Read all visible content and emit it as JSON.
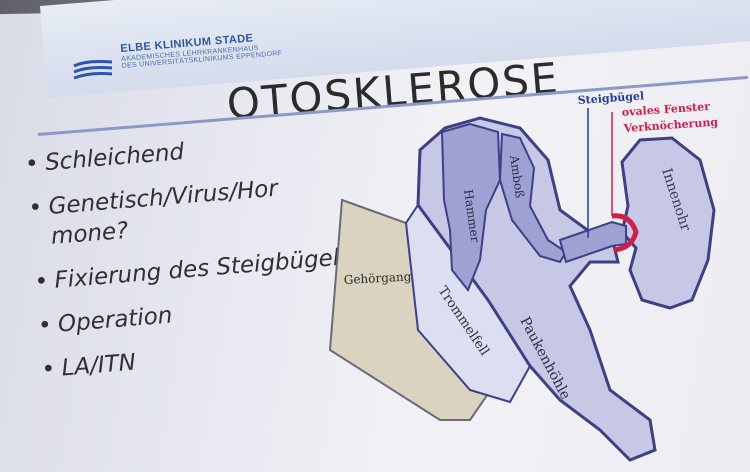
{
  "slide": {
    "header": {
      "logo_name": "ELBE KLINIKUM STADE",
      "logo_sub_1": "AKADEMISCHES LEHRKRANKENHAUS",
      "logo_sub_2": "DES UNIVERSITÄTSKLINIKUMS EPPENDORF"
    },
    "title": "OTOSKLEROSE",
    "bullets": [
      {
        "text": "Schleichend"
      },
      {
        "text": "Genetisch/Virus/Hor mone?"
      },
      {
        "text": "Fixierung des Steigbügels"
      },
      {
        "text": "Operation"
      },
      {
        "text": "LA/ITN"
      }
    ],
    "diagram": {
      "labels": {
        "steigbuegel": "Steigbügel",
        "ovales_fenster": "ovales Fenster",
        "verknoecherung": "Verknöcherung",
        "innenohr": "Innenohr",
        "hammer": "Hammer",
        "amboss": "Amboß",
        "gehoergang": "Gehörgang",
        "trommelfell": "Trommelfell",
        "paukenhoehle": "Paukenhöhle"
      },
      "colors": {
        "bone": "#c7c7e6",
        "ossicle": "#9da2d3",
        "outline": "#3f3f86",
        "canal": "#d9d3bf",
        "highlight": "#d01e49",
        "steigbuegel_label": "#243c9e"
      }
    }
  }
}
